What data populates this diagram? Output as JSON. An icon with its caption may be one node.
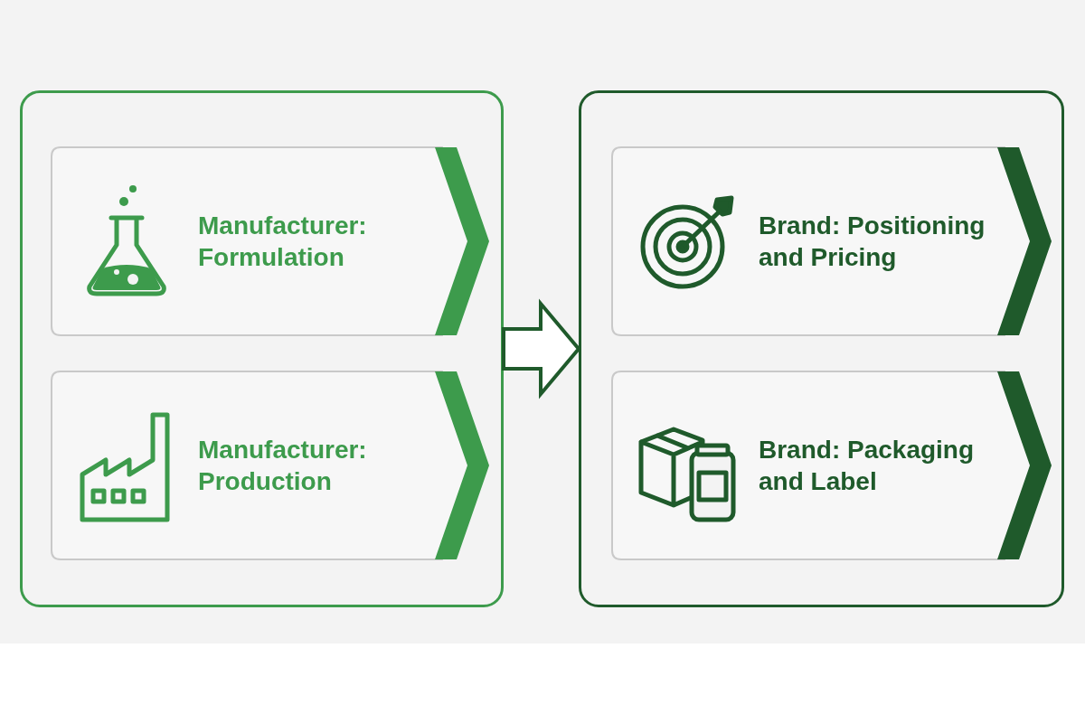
{
  "diagram": {
    "nodes": [
      {
        "text": [],
        "shape": "box"
      },
      {
        "text": [
          "Manufacturer: Formulation"
        ],
        "in": 0
      },
      {
        "text": [
          "Manufacturer: Production"
        ],
        "in": 0
      },
      {
        "text": [],
        "shape": "box"
      },
      {
        "text": [
          "Brand: Positioning and Pricing"
        ],
        "in": 3
      },
      {
        "text": [
          "Brand: Packaging and Label"
        ],
        "in": 3
      }
    ],
    "edges": [
      {
        "from": 0,
        "to": 3,
        "arrow": "to"
      }
    ]
  }
}
